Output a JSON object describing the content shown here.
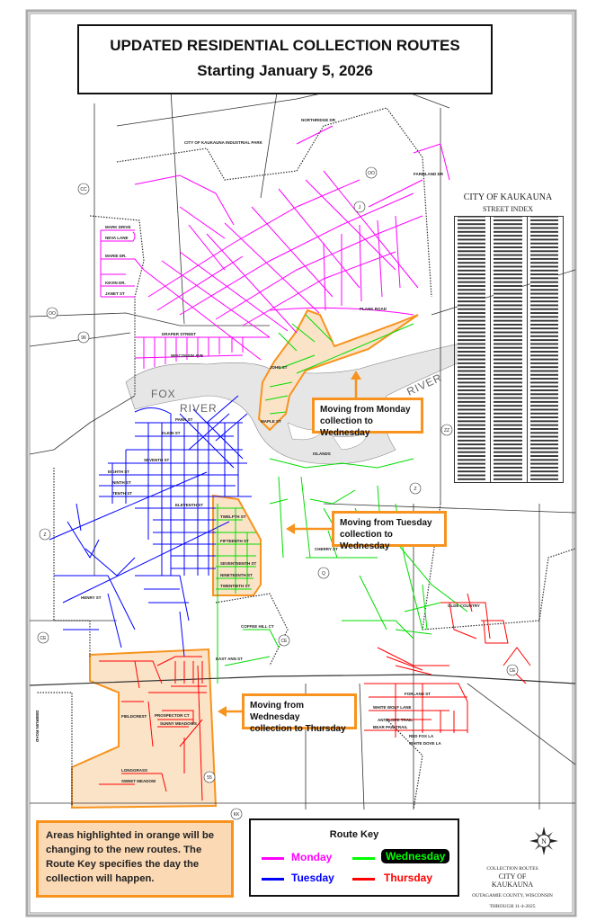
{
  "title": {
    "line1": "UPDATED RESIDENTIAL COLLECTION ROUTES",
    "line2": "Starting January 5, 2026"
  },
  "callouts": [
    {
      "line1": "Moving from Monday",
      "line2": "collection to Wednesday"
    },
    {
      "line1": "Moving from Tuesday",
      "line2": "collection to Wednesday"
    },
    {
      "line1": "Moving from Wednesday",
      "line2": "collection to Thursday"
    }
  ],
  "note": "Areas highlighted in orange will be changing to the new routes. The Route Key specifies the day the collection will happen.",
  "route_key": {
    "title": "Route Key",
    "items": [
      {
        "day": "Monday",
        "color": "#ff00ff"
      },
      {
        "day": "Wednesday",
        "color": "#00ff00"
      },
      {
        "day": "Tuesday",
        "color": "#0000ff"
      },
      {
        "day": "Thursday",
        "color": "#ff0000"
      }
    ]
  },
  "colors": {
    "highlight_fill": "#fbe3c8",
    "highlight_border": "#f7931e"
  },
  "street_index": {
    "line1": "CITY OF KAUKAUNA",
    "line2": "STREET INDEX"
  },
  "credit": {
    "line1": "COLLECTION ROUTES",
    "line2": "CITY OF",
    "line3": "KAUKAUNA",
    "line4": "OUTAGAMIE COUNTY, WISCONSIN",
    "line5": "THROUGH 11-4-2025"
  },
  "compass": "N",
  "map": {
    "river": [
      "FOX",
      "RIVER",
      "RIVER"
    ],
    "islands": "ISLANDS",
    "labels": [
      "DRAPER STREET",
      "PLANK ROAD",
      "MARK DRIVE",
      "NEVA LANE",
      "MARIE DR.",
      "KEVIN DR.",
      "JANET ST",
      "WISCONSIN AVE",
      "PARK ST",
      "KLEIN ST",
      "SEVENTH ST",
      "EIGHTH ST",
      "NINTH ST",
      "TENTH ST",
      "ELEVENTH ST",
      "TWELFTH ST",
      "FIFTEENTH ST",
      "SEVENTEENTH ST",
      "NINETEENTH ST",
      "TWENTIETH ST",
      "HENRY ST",
      "EAST ANN ST",
      "COFFEE HILL CT",
      "FIELDCREST",
      "PROSPECTOR CT",
      "SUNNY MEADOWS",
      "LONGGRASS",
      "SWEET MEADOW",
      "FORLAND ST",
      "WHITE WOLF LANE",
      "ANTELOPE TRAIL",
      "BEAR PAW TRAIL",
      "RED FOX LA",
      "WHITE DOVE LA",
      "OLDE COUNTRY",
      "DEBRUIN ROAD",
      "NORTHRIDGE DR",
      "CITY OF KAUKAUNA INDUSTRIAL PARK",
      "FARMLAND DR",
      "JOHN ST",
      "MAPLE ST",
      "CHERRY ST"
    ],
    "markers": [
      "CC",
      "OO",
      "96",
      "OO",
      "J",
      "ZZ",
      "Z",
      "Z",
      "Q",
      "CE",
      "CE",
      "CE",
      "55",
      "KK"
    ]
  }
}
